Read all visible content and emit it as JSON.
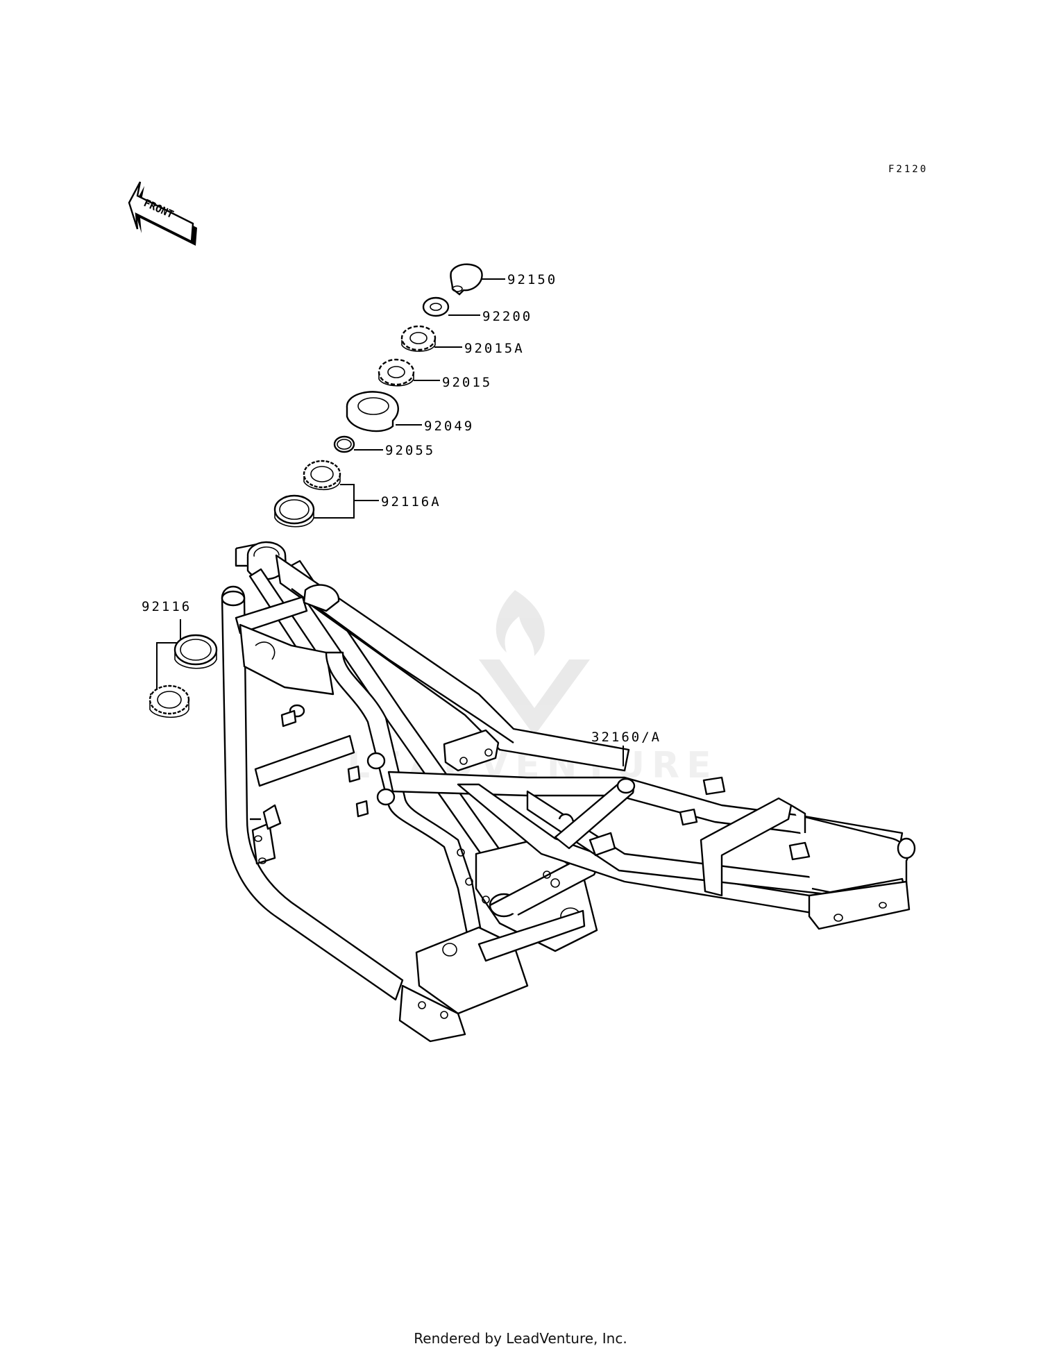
{
  "diagram_code": "F2120",
  "front_indicator": "FRONT",
  "watermark": "LEADVENTURE",
  "footer": "Rendered by LeadVenture, Inc.",
  "callouts": {
    "p92150": "92150",
    "p92200": "92200",
    "p92015A": "92015A",
    "p92015": "92015",
    "p92049": "92049",
    "p92055": "92055",
    "p92116A": "92116A",
    "p92116": "92116",
    "p32160A": "32160/A"
  }
}
